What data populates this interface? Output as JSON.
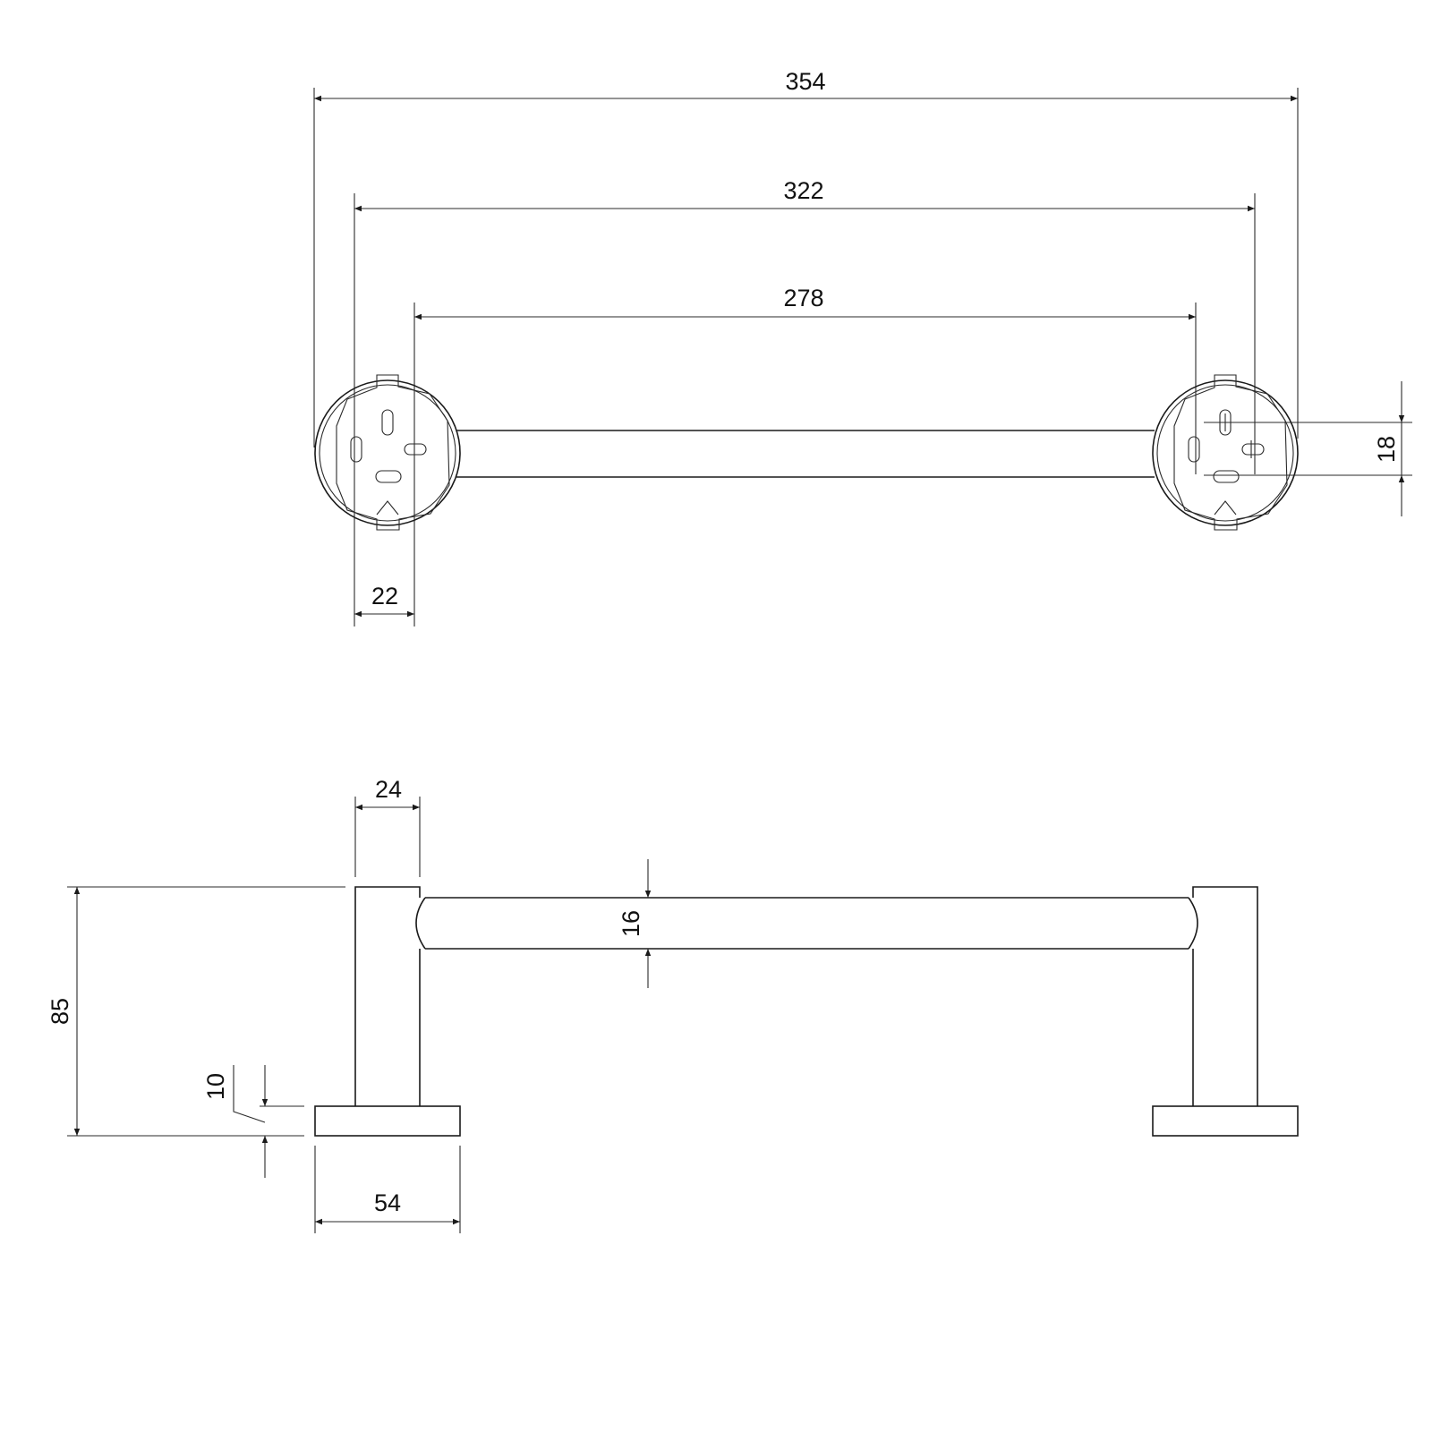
{
  "drawing": {
    "colors": {
      "line": "#1a1a1a",
      "background": "#ffffff"
    },
    "top_view": {
      "dims": {
        "overall_length": "354",
        "mount_centers": "322",
        "inner_length": "278",
        "flange_offset": "22",
        "bar_width": "18"
      }
    },
    "side_view": {
      "dims": {
        "post_width": "24",
        "bar_diameter": "16",
        "height": "85",
        "base_thickness": "10",
        "base_width": "54"
      }
    }
  }
}
